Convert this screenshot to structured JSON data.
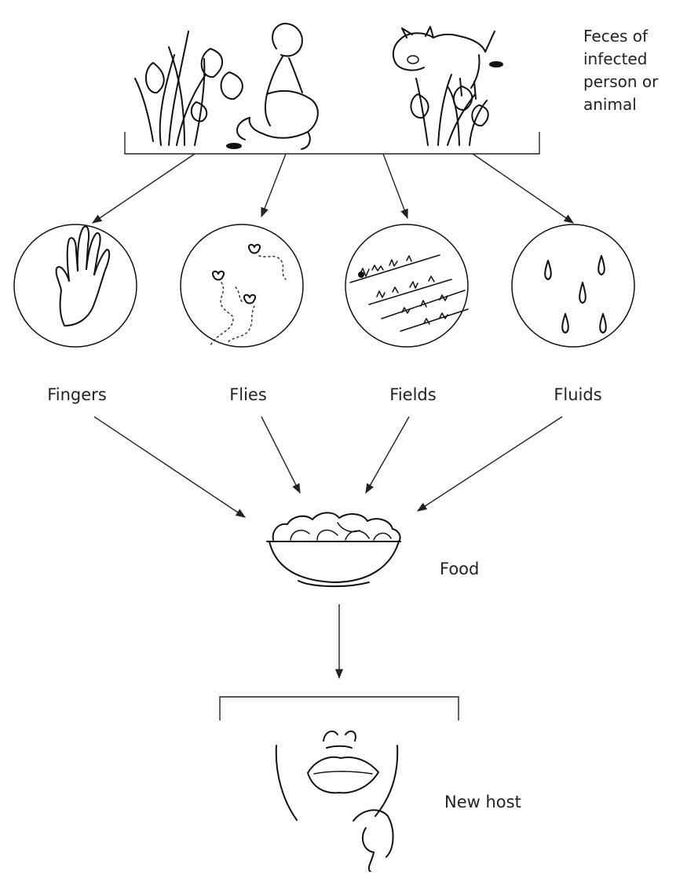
{
  "source": {
    "lines": [
      "Feces of",
      "infected",
      "person or",
      "animal"
    ]
  },
  "routes": [
    {
      "id": "fingers",
      "label": "Fingers",
      "icon": "hand-icon"
    },
    {
      "id": "flies",
      "label": "Flies",
      "icon": "flies-icon"
    },
    {
      "id": "fields",
      "label": "Fields",
      "icon": "field-rows-icon"
    },
    {
      "id": "fluids",
      "label": "Fluids",
      "icon": "drops-icon"
    }
  ],
  "food": {
    "label": "Food",
    "icon": "food-bowl-icon"
  },
  "host": {
    "label": "New host",
    "icon": "mouth-icon"
  }
}
